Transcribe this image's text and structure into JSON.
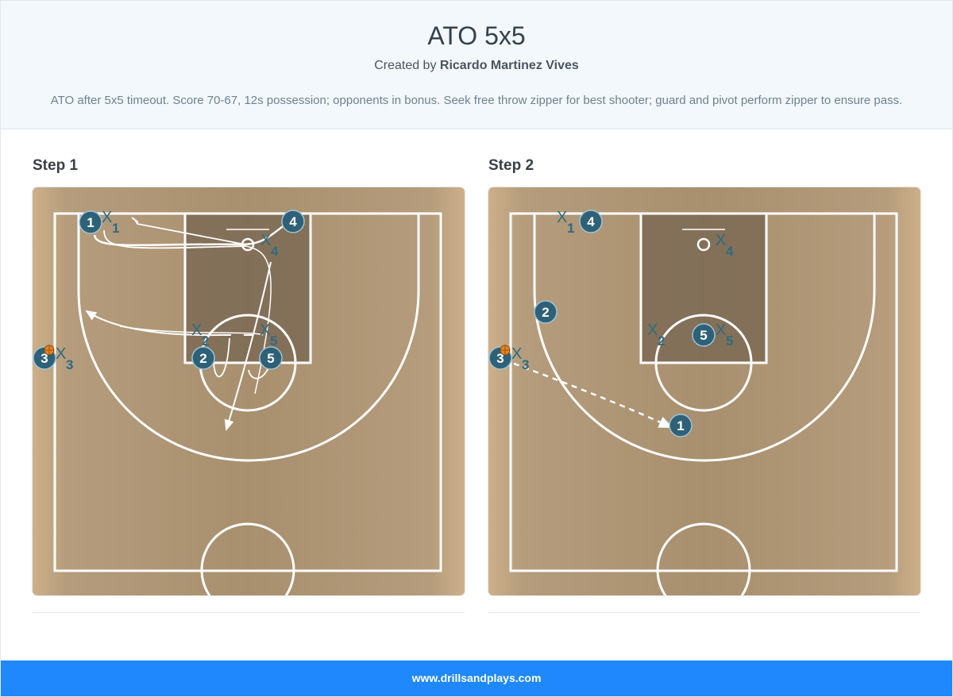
{
  "header": {
    "title": "ATO 5x5",
    "created_by_prefix": "Created by",
    "author": "Ricardo Martinez Vives",
    "description": "ATO after 5x5 timeout. Score 70-67, 12s possession; opponents in bonus. Seek free throw zipper for best shooter; guard and pivot perform zipper to ensure pass."
  },
  "steps": [
    {
      "title": "Step 1",
      "offense": [
        {
          "num": "1"
        },
        {
          "num": "2"
        },
        {
          "num": "3",
          "has_ball": true
        },
        {
          "num": "4"
        },
        {
          "num": "5"
        }
      ],
      "defense": [
        {
          "label": "X",
          "sub": "1"
        },
        {
          "label": "X",
          "sub": "2"
        },
        {
          "label": "X",
          "sub": "3"
        },
        {
          "label": "X",
          "sub": "4"
        },
        {
          "label": "X",
          "sub": "5"
        }
      ]
    },
    {
      "title": "Step 2",
      "offense": [
        {
          "num": "1"
        },
        {
          "num": "2"
        },
        {
          "num": "3",
          "has_ball": true
        },
        {
          "num": "4"
        },
        {
          "num": "5"
        }
      ],
      "defense": [
        {
          "label": "X",
          "sub": "1"
        },
        {
          "label": "X",
          "sub": "2"
        },
        {
          "label": "X",
          "sub": "3"
        },
        {
          "label": "X",
          "sub": "4"
        },
        {
          "label": "X",
          "sub": "5"
        }
      ]
    }
  ],
  "colors": {
    "wood": "#ac9474",
    "paint": "#7c6a55",
    "offense": "#2e6178",
    "defense": "#2e6b80",
    "footer": "#1e88fc"
  },
  "icons": {
    "ball": "basketball-icon"
  },
  "footer": {
    "url": "www.drillsandplays.com"
  }
}
